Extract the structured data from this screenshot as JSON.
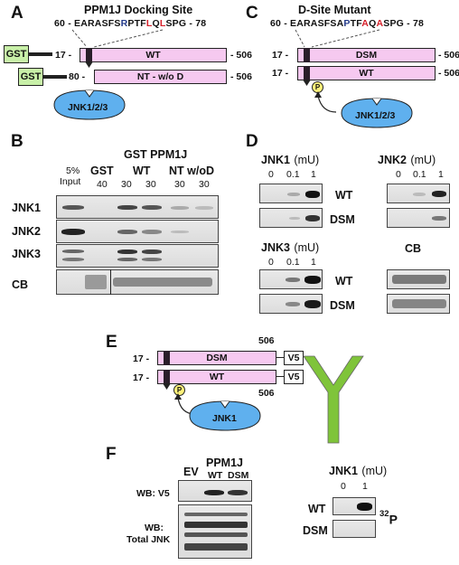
{
  "panel_a": {
    "letter": "A",
    "title": "PPM1J Docking Site",
    "seq_start": "60 -",
    "seq_end": "- 78",
    "seq_parts": [
      [
        "EARASFS",
        "k"
      ],
      [
        "R",
        "b"
      ],
      [
        "PTF",
        "k"
      ],
      [
        "L",
        "r"
      ],
      [
        "Q",
        "k"
      ],
      [
        "L",
        "r"
      ],
      [
        "SPG",
        "k"
      ]
    ],
    "gst": "GST",
    "wt_start": "17 -",
    "wt_label": "WT",
    "wt_end": "- 506",
    "nt_start": "80 -",
    "nt_label": "NT - w/o D",
    "nt_end": "- 506",
    "kinase": "JNK1/2/3"
  },
  "panel_b": {
    "letter": "B",
    "header": "GST PPM1J",
    "lane_groups": [
      "5% Input",
      "GST",
      "WT",
      "NT w/oD"
    ],
    "input_top": "5%",
    "input_bottom": "Input",
    "gst_label": "GST",
    "wt_label": "WT",
    "nt_label": "NT w/oD",
    "amounts": [
      "40",
      "30",
      "30",
      "30",
      "30"
    ],
    "rows": [
      "JNK1",
      "JNK2",
      "JNK3",
      "CB"
    ]
  },
  "panel_c": {
    "letter": "C",
    "title": "D-Site Mutant",
    "seq_start": "60 -",
    "seq_end": "- 78",
    "seq_parts": [
      [
        "EARASFSA",
        "k"
      ],
      [
        "P",
        "b"
      ],
      [
        "TF",
        "k"
      ],
      [
        "A",
        "r"
      ],
      [
        "Q",
        "k"
      ],
      [
        "A",
        "r"
      ],
      [
        "SPG",
        "k"
      ]
    ],
    "dsm_start": "17 -",
    "dsm_label": "DSM",
    "dsm_end": "- 506",
    "wt_start": "17 -",
    "wt_label": "WT",
    "wt_end": "- 506",
    "phospho": "P",
    "kinase": "JNK1/2/3"
  },
  "panel_d": {
    "letter": "D",
    "groups": [
      {
        "name": "JNK1",
        "unit": "(mU)",
        "doses": [
          "0",
          "0.1",
          "1"
        ]
      },
      {
        "name": "JNK2",
        "unit": "(mU)",
        "doses": [
          "0",
          "0.1",
          "1"
        ]
      },
      {
        "name": "JNK3",
        "unit": "(mU)",
        "doses": [
          "0",
          "0.1",
          "1"
        ]
      }
    ],
    "row_wt": "WT",
    "row_dsm": "DSM",
    "cb": "CB"
  },
  "panel_e": {
    "letter": "E",
    "dsm_start": "17 -",
    "dsm_label": "DSM",
    "dsm_end": "506",
    "wt_start": "17 -",
    "wt_label": "WT",
    "wt_end": "506",
    "tag": "V5",
    "phospho": "P",
    "kinase": "JNK1"
  },
  "panel_f": {
    "letter": "F",
    "ev": "EV",
    "ppm1j": "PPM1J",
    "wt": "WT",
    "dsm": "DSM",
    "wb_v5": "WB: V5",
    "wb_total_1": "WB:",
    "wb_total_2": "Total JNK",
    "kinase": "JNK1",
    "unit": "(mU)",
    "doses": [
      "0",
      "1"
    ],
    "row_wt": "WT",
    "row_dsm": "DSM",
    "isotope_mass": "32",
    "isotope": "P"
  },
  "colors": {
    "pink_bar": "#f6c9f0",
    "gst_box": "#c8f0a8",
    "jnk_blob": "#5fb0ee",
    "phospho": "#fff27a",
    "antibody": "#7fc43a",
    "basic_residue": "#233a8a",
    "mutated_residue": "#d6202a"
  }
}
